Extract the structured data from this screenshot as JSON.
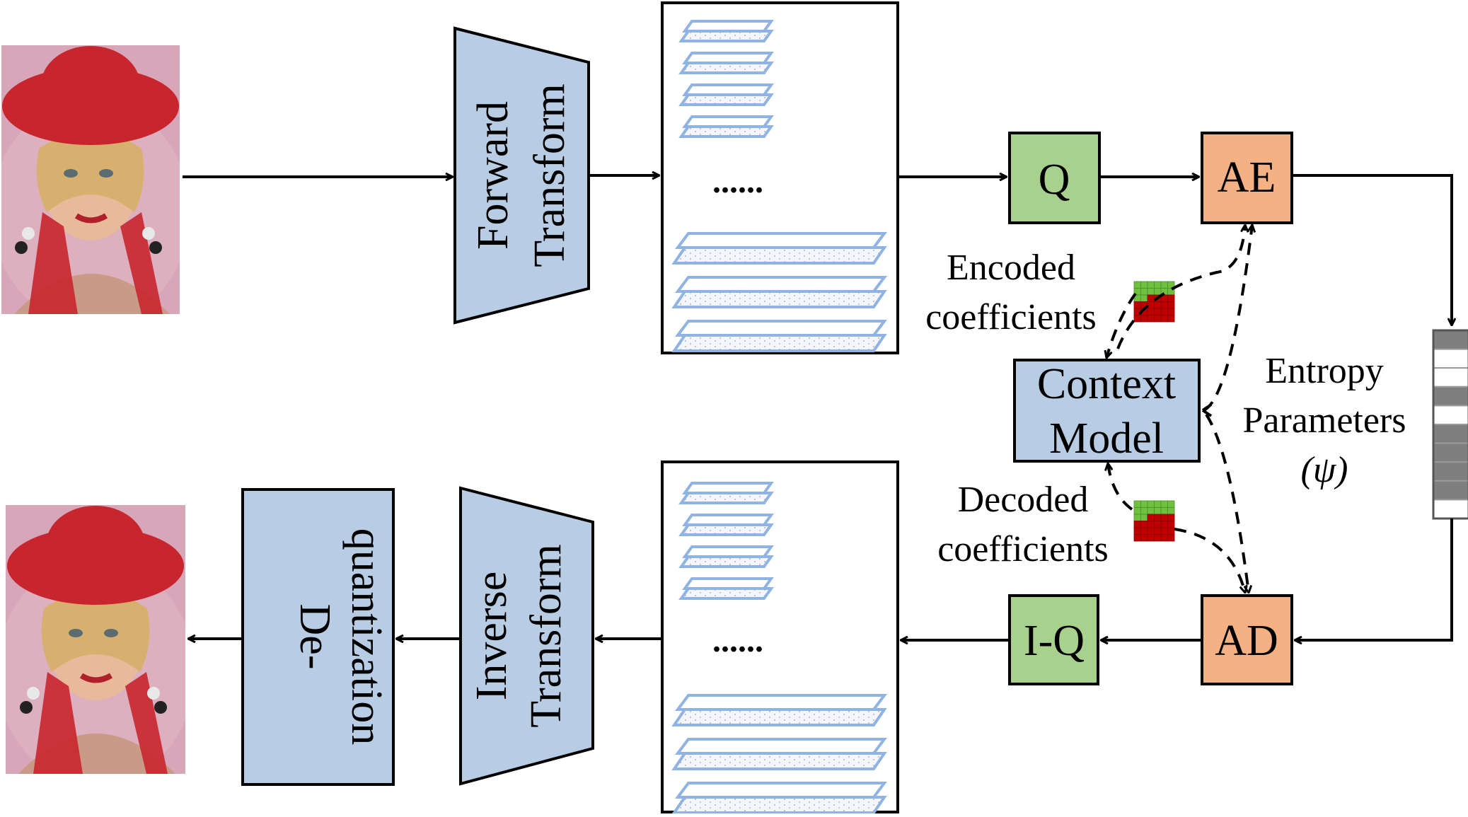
{
  "colors": {
    "transform_fill": "#b8cce4",
    "q_fill": "#a9d18e",
    "coder_fill": "#f4b183",
    "subband_stroke": "#8fb3e3",
    "red_cell": "#c00000",
    "green_cell": "#70c040",
    "bit_dark": "#7f7f7f",
    "bit_light": "#ffffff",
    "photo_hat": "#c8262e",
    "photo_bg": "#d7a6b8"
  },
  "images": {
    "input": "portrait-photo",
    "output": "reconstructed-portrait-photo"
  },
  "blocks": {
    "forward_transform": [
      "Forward",
      "Transform"
    ],
    "quantizer": "Q",
    "arithmetic_encoder": "AE",
    "context_model": [
      "Context",
      "Model"
    ],
    "arithmetic_decoder": "AD",
    "inverse_quantizer": "I-Q",
    "inverse_transform": [
      "Inverse",
      "Transform"
    ],
    "dequantization": [
      "De-",
      "quantization"
    ]
  },
  "subbands": {
    "ellipsis": "......"
  },
  "labels": {
    "encoded": [
      "Encoded",
      "coefficients"
    ],
    "decoded": [
      "Decoded",
      "coefficients"
    ],
    "entropy": [
      "Entropy",
      "Parameters",
      "(ψ)"
    ]
  },
  "bitstream": {
    "cells": [
      "dark",
      "light",
      "light",
      "dark",
      "light",
      "dark",
      "dark",
      "dark",
      "dark",
      "light"
    ]
  }
}
